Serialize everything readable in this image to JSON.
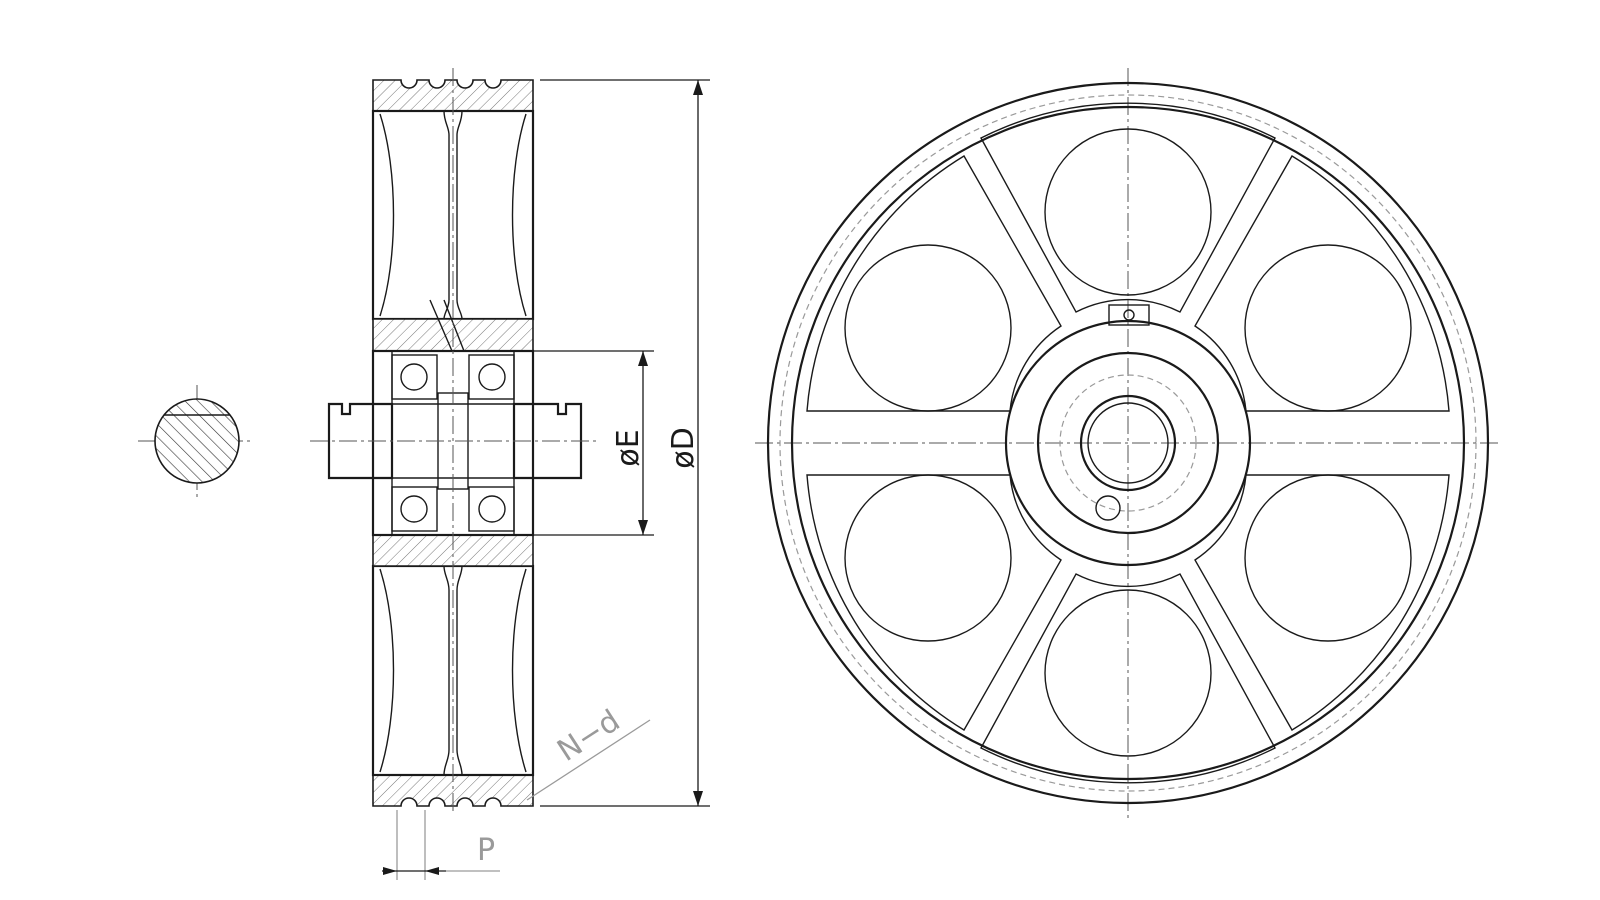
{
  "labels": {
    "bore_dia": "øE",
    "outer_dia": "øD",
    "groove_spec": "N−d",
    "pitch": "P"
  },
  "colors": {
    "line": "#1a1a1a",
    "secondary": "#9a9a9a",
    "background": "#ffffff"
  }
}
